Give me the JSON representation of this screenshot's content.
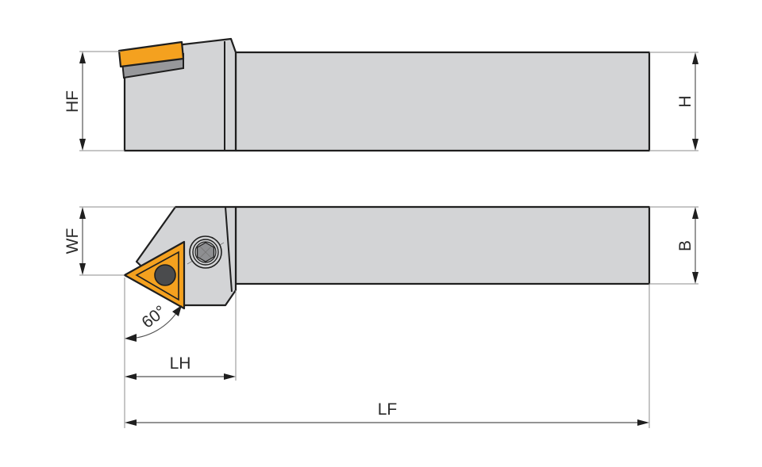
{
  "figure": {
    "subject": "Turning tool holder with triangular insert",
    "views": {
      "side": {
        "name": "side view"
      },
      "top": {
        "name": "top view"
      }
    }
  },
  "dimensions": {
    "HF": "HF",
    "H": "H",
    "WF": "WF",
    "B": "B",
    "LH": "LH",
    "LF": "LF",
    "angle": "60°"
  },
  "colors": {
    "body": "#d3d4d6",
    "insert": "#f4a11f",
    "shim": "#97989b",
    "outline": "#1f1f1f",
    "screw": "#4a4b4d"
  }
}
